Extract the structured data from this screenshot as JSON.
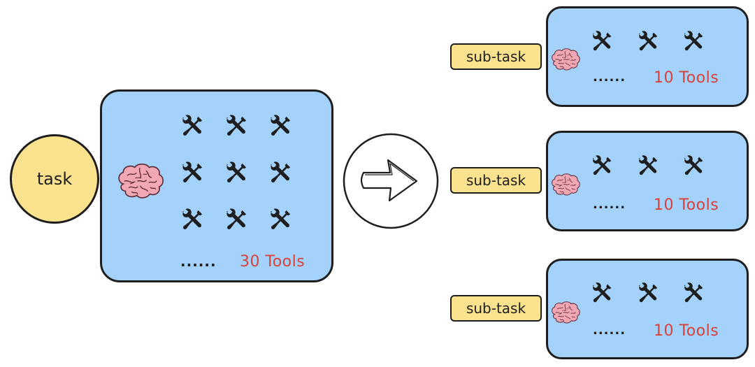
{
  "task_node": {
    "label": "task"
  },
  "main_agent": {
    "tools_label": "30 Tools",
    "more_indicator": "......",
    "tool_icon": "wrench-screwdriver-icon",
    "brain_icon": "brain-icon"
  },
  "transform_arrow": {
    "icon": "right-arrow-icon"
  },
  "sub_agents": [
    {
      "tag": "sub-task",
      "tools_label": "10 Tools",
      "more_indicator": "......"
    },
    {
      "tag": "sub-task",
      "tools_label": "10 Tools",
      "more_indicator": "......"
    },
    {
      "tag": "sub-task",
      "tools_label": "10 Tools",
      "more_indicator": "......"
    }
  ],
  "colors": {
    "panel_fill": "#a5d2fb",
    "node_fill": "#fbe28f",
    "tools_text": "#d9403a",
    "brain_fill": "#f2a7b5",
    "stroke": "#1e1e1e"
  }
}
